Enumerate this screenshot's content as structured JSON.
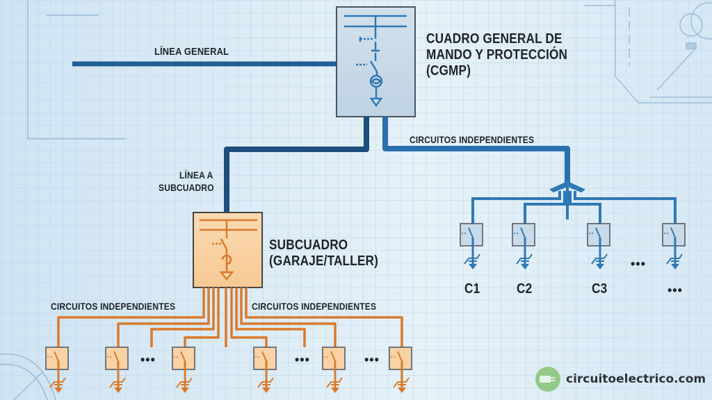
{
  "title": "Esquema de instalación eléctrica con subcuadro",
  "colors": {
    "background": "#dcecf6",
    "grid": "#b9d3e6",
    "main_line": "#1f5f95",
    "circuit_line": "#2f78b5",
    "cgmp_fill": "#c9dae8",
    "subcuadro_fill": "#f9d3a6",
    "subcuadro_line": "#d97a2b",
    "text": "#1e2328",
    "logo_green": "#8cc77c"
  },
  "labels": {
    "linea_general": "LÍNEA GENERAL",
    "cgmp_line1": "CUADRO GENERAL DE",
    "cgmp_line2": "MANDO Y PROTECCIÓN",
    "cgmp_line3": "(CGMP)",
    "circuitos_cgmp": "CIRCUITOS INDEPENDIENTES",
    "linea_a_subcuadro_1": "LÍNEA A",
    "linea_a_subcuadro_2": "SUBCUADRO",
    "subcuadro_line1": "SUBCUADRO",
    "subcuadro_line2": "(GARAJE/TALLER)",
    "circuitos_sub_left": "CIRCUITOS INDEPENDIENTES",
    "circuitos_sub_right": "CIRCUITOS INDEPENDIENTES"
  },
  "cgmp_circuits": [
    "C1",
    "C2",
    "C3",
    "..."
  ],
  "ellipsis": "•••",
  "logo": {
    "icon": "plug-icon",
    "text": "circuitoelectrico.com"
  }
}
